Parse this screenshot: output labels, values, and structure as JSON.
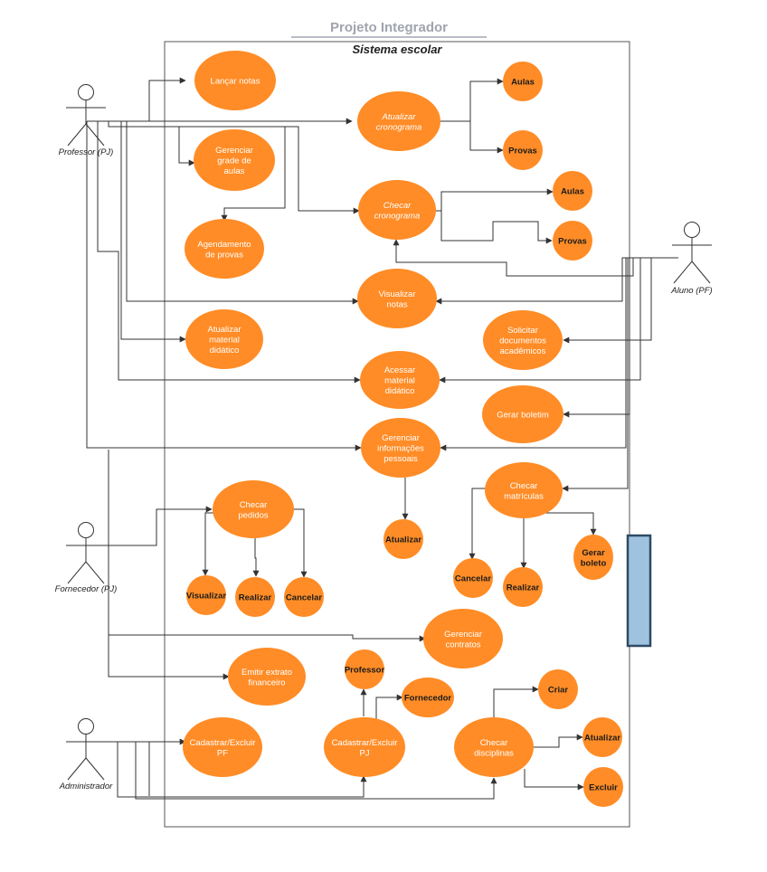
{
  "title": "Projeto Integrador",
  "system": {
    "label": "Sistema escolar"
  },
  "colors": {
    "usecase": "#ff8c26",
    "line": "#333333",
    "boundary": "#555555",
    "side_panel": "#9fc3df",
    "side_panel_border": "#2f4a63",
    "title": "#a0a4ad"
  },
  "actors": [
    {
      "id": "professor",
      "label": "Professor (PJ)"
    },
    {
      "id": "aluno",
      "label": "Aluno (PF)"
    },
    {
      "id": "fornecedor",
      "label": "Fornecedor (PJ)"
    },
    {
      "id": "administrador",
      "label": "Administrador"
    }
  ],
  "use_cases": [
    {
      "id": "lancar-notas",
      "lines": [
        "Lançar notas"
      ]
    },
    {
      "id": "atualizar-cronograma",
      "lines": [
        "Atualizar",
        "cronograma"
      ],
      "italic": true
    },
    {
      "id": "aulas-1",
      "lines": [
        "Aulas"
      ],
      "dark": true
    },
    {
      "id": "provas-1",
      "lines": [
        "Provas"
      ],
      "dark": true
    },
    {
      "id": "gerenciar-grade",
      "lines": [
        "Gerenciar",
        "grade de",
        "aulas"
      ]
    },
    {
      "id": "checar-cronograma",
      "lines": [
        "Checar",
        "cronograma"
      ],
      "italic": true
    },
    {
      "id": "aulas-2",
      "lines": [
        "Aulas"
      ],
      "dark": true
    },
    {
      "id": "provas-2",
      "lines": [
        "Provas"
      ],
      "dark": true
    },
    {
      "id": "agendamento-provas",
      "lines": [
        "Agendamento",
        "de provas"
      ]
    },
    {
      "id": "visualizar-notas",
      "lines": [
        "Visualizar",
        "notas"
      ]
    },
    {
      "id": "atualizar-material",
      "lines": [
        "Atualizar",
        "material",
        "didático"
      ]
    },
    {
      "id": "solicitar-documentos",
      "lines": [
        "Solicitar",
        "documentos",
        "acadêmicos"
      ]
    },
    {
      "id": "acessar-material",
      "lines": [
        "Acessar",
        "material",
        "didático"
      ]
    },
    {
      "id": "gerar-boletim",
      "lines": [
        "Gerar boletim"
      ]
    },
    {
      "id": "gerenciar-info",
      "lines": [
        "Gerenciar",
        "informações",
        "pessoais"
      ]
    },
    {
      "id": "checar-matriculas",
      "lines": [
        "Checar",
        "matrículas"
      ]
    },
    {
      "id": "checar-pedidos",
      "lines": [
        "Checar",
        "pedidos"
      ]
    },
    {
      "id": "atualizar-info",
      "lines": [
        "Atualizar"
      ],
      "dark": true
    },
    {
      "id": "visualizar-pedido",
      "lines": [
        "Visualizar"
      ],
      "dark": true
    },
    {
      "id": "realizar-pedido",
      "lines": [
        "Realizar"
      ],
      "dark": true
    },
    {
      "id": "cancelar-pedido",
      "lines": [
        "Cancelar"
      ],
      "dark": true
    },
    {
      "id": "cancelar-matricula",
      "lines": [
        "Cancelar"
      ],
      "dark": true
    },
    {
      "id": "realizar-matricula",
      "lines": [
        "Realizar"
      ],
      "dark": true
    },
    {
      "id": "gerar-boleto",
      "lines": [
        "Gerar",
        "boleto"
      ],
      "dark": true
    },
    {
      "id": "gerenciar-contratos",
      "lines": [
        "Gerenciar",
        "contratos"
      ]
    },
    {
      "id": "emitir-extrato",
      "lines": [
        "Emitir extrato",
        "financeiro"
      ]
    },
    {
      "id": "cadastrar-pj-professor",
      "lines": [
        "Professor"
      ],
      "dark": true
    },
    {
      "id": "cadastrar-pj-fornecedor",
      "lines": [
        "Fornecedor"
      ],
      "dark": true
    },
    {
      "id": "cadastrar-pf",
      "lines": [
        "Cadastrar/Excluir",
        "PF"
      ]
    },
    {
      "id": "cadastrar-pj",
      "lines": [
        "Cadastrar/Excluir",
        "PJ"
      ]
    },
    {
      "id": "checar-disciplinas",
      "lines": [
        "Checar",
        "disciplinas"
      ]
    },
    {
      "id": "criar-disciplina",
      "lines": [
        "Criar"
      ],
      "dark": true
    },
    {
      "id": "atualizar-disciplina",
      "lines": [
        "Atualizar"
      ],
      "dark": true
    },
    {
      "id": "excluir-disciplina",
      "lines": [
        "Excluir"
      ],
      "dark": true
    }
  ]
}
